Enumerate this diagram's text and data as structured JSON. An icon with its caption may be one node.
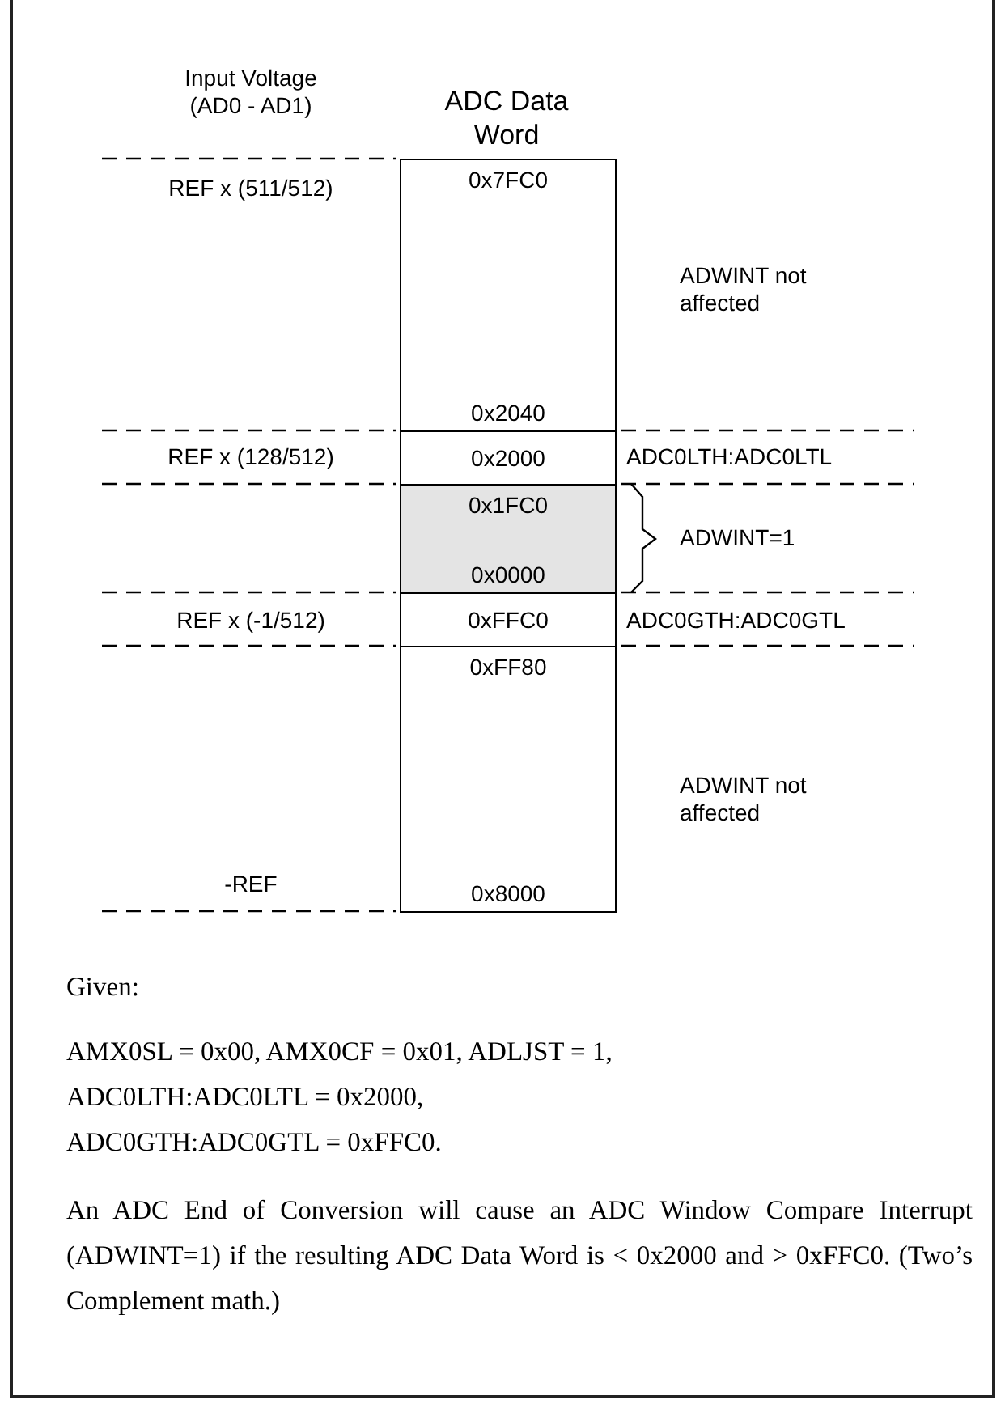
{
  "diagram": {
    "nodes": [
      {
        "text": [
          "0x7FC0",
          "0x2040"
        ]
      },
      {
        "text": [
          "0x2000"
        ]
      },
      {
        "text": [
          "0x1FC0",
          "0x0000"
        ]
      },
      {
        "text": [
          "0xFFC0"
        ]
      },
      {
        "text": [
          "0xFF80",
          "0x8000"
        ]
      }
    ],
    "edges": [],
    "labels": [
      "Input Voltage (AD0 - AD1)",
      "ADC Data Word",
      "REF x (511/512)",
      "ADWINT not affected",
      "REF x (128/512)",
      "ADC0LTH:ADC0LTL",
      "ADWINT=1",
      "REF x (-1/512)",
      "ADC0GTH:ADC0GTL",
      "ADWINT not affected",
      "-REF",
      "Given:",
      "AMX0SL = 0x00, AMX0CF = 0x01, ADLJST = 1, ADC0LTH:ADC0LTL = 0x2000, ADC0GTH:ADC0GTL = 0xFFC0.",
      "An ADC End of Conversion will cause an ADC Window Compare Interrupt (ADWINT=1) if the resulting ADC Data Word is < 0x2000 and > 0xFFC0. (Two’s Complement math.)"
    ]
  }
}
